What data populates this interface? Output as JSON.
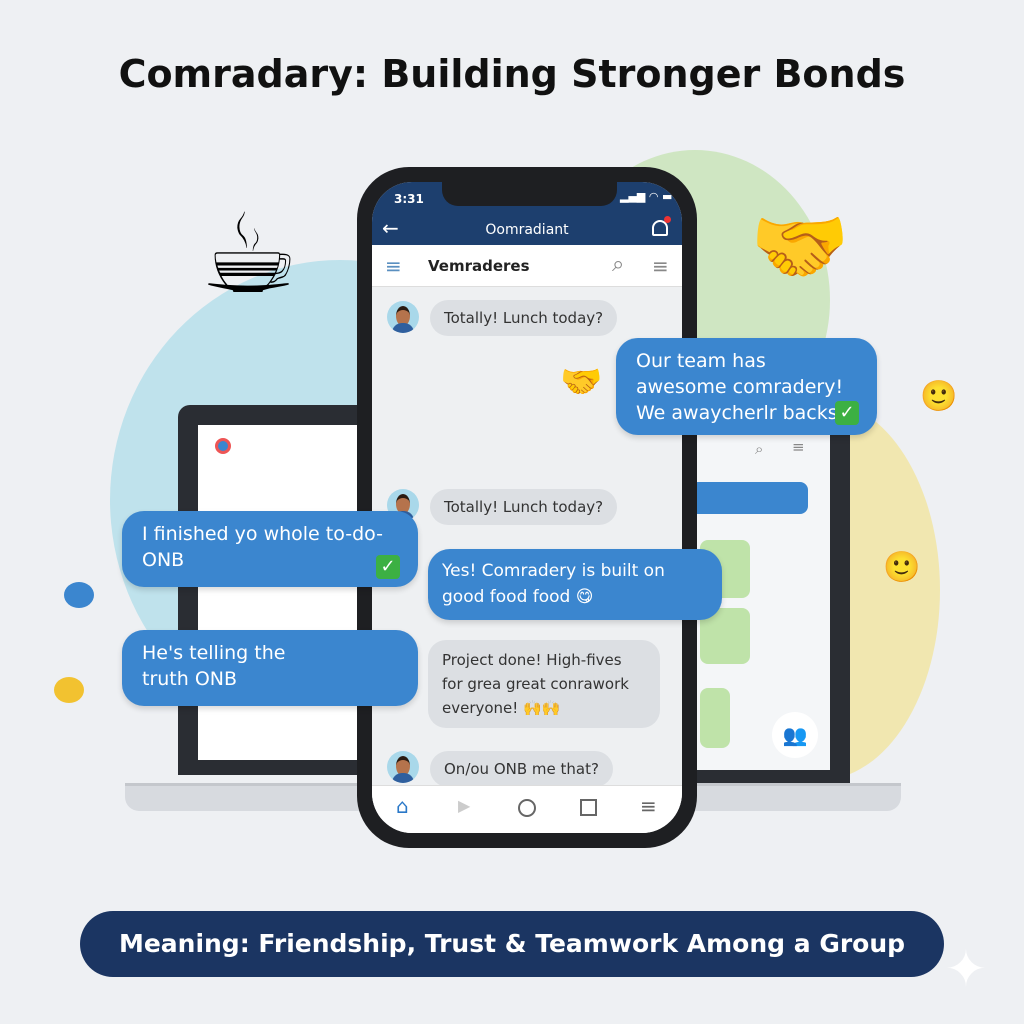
{
  "title": "Comradary: Building Stronger Bonds",
  "footer": "Meaning: Friendship, Trust & Teamwork Among a Group",
  "colors": {
    "navy": "#1d3f6e",
    "bubble_blue": "#3b86cf",
    "background": "#eef0f3"
  },
  "phone": {
    "status_time": "3:31",
    "header_title": "Oomradiant",
    "subheader_title": "Vemraderes",
    "messages": [
      {
        "text": "Totally! Lunch today?"
      },
      {
        "text": "Totally! Lunch today?"
      },
      {
        "text": "Project done! High-fives for grea great conrawork everyone! 🙌🙌"
      },
      {
        "text": "On/ou ONB me that?"
      }
    ],
    "nav": [
      "home-icon",
      "send-icon",
      "circle-icon",
      "square-icon",
      "menu-icon"
    ]
  },
  "bubbles": {
    "top_right": "Our team has awesome comradery! We awaycherlr backs",
    "left_1": "I finished yo whole to-do-ONB",
    "left_2": "He's telling the truth ONB",
    "middle": "Yes! Comradery is built on good food food 😋"
  }
}
